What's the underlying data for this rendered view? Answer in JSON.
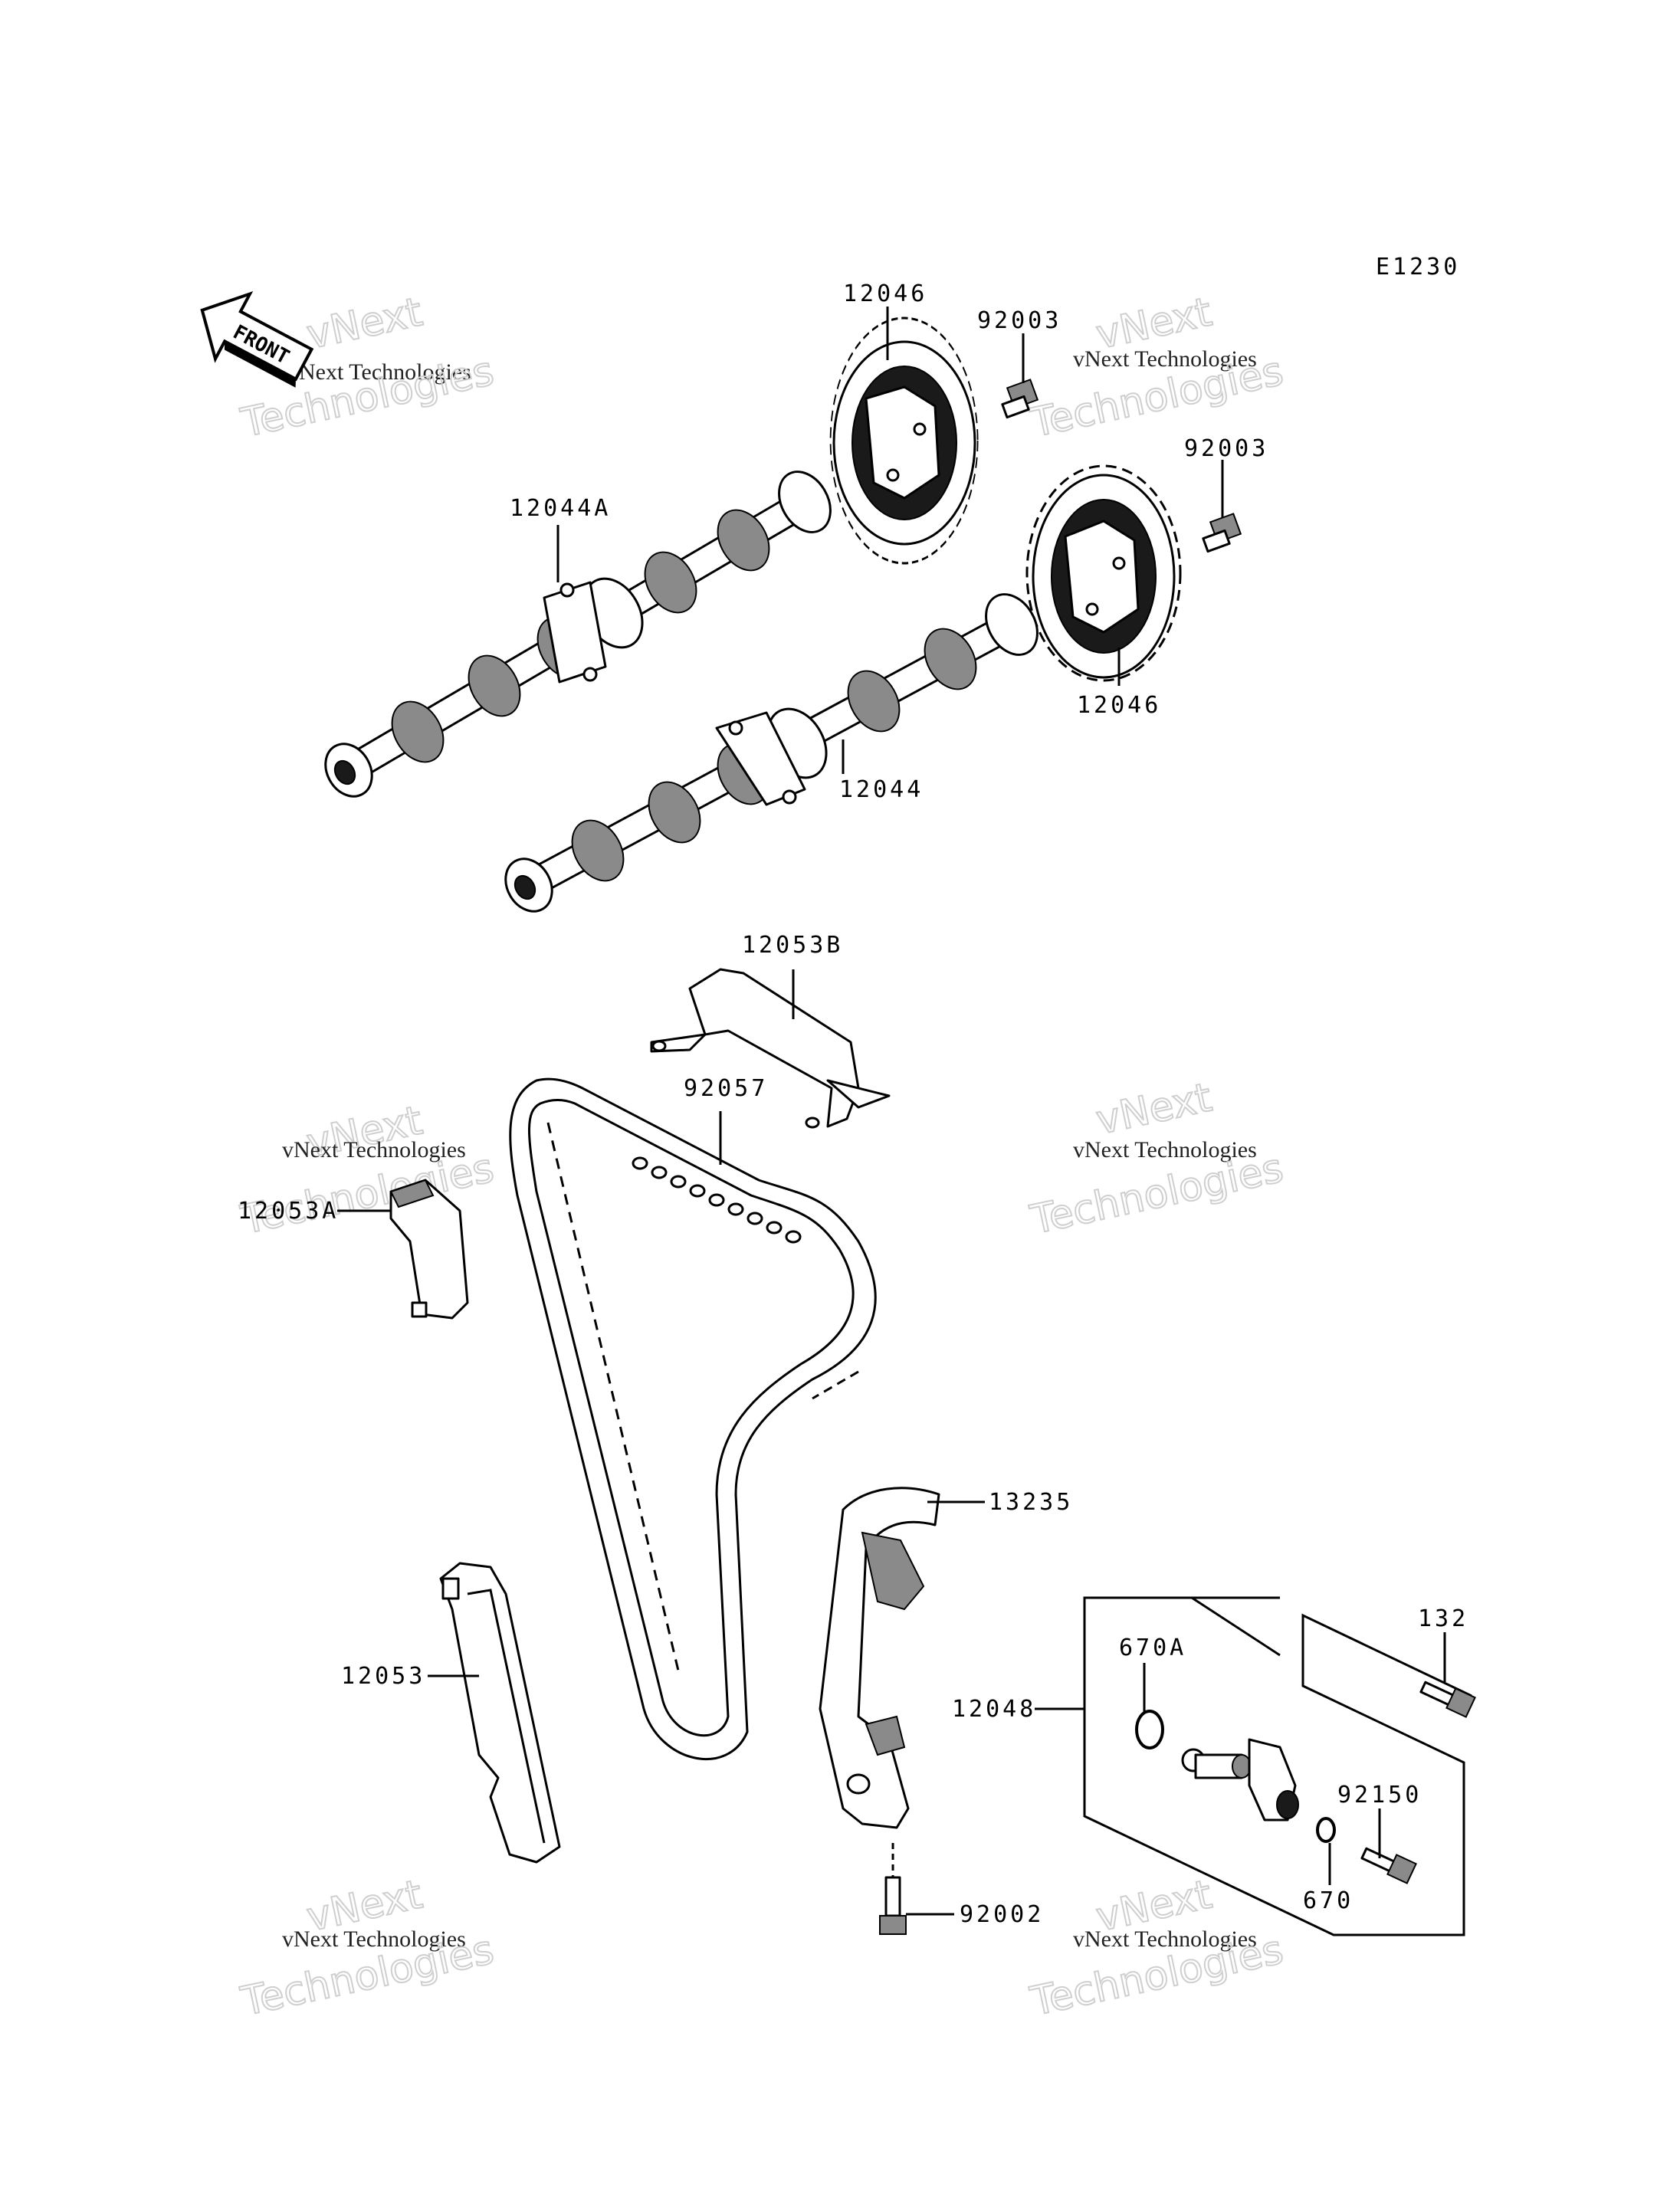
{
  "diagram_code": "E1230",
  "front_label": "FRONT",
  "watermark": {
    "line1": "vNext",
    "line2": "vNext Technologies",
    "line3": "Technologies"
  },
  "parts": {
    "sprocket_a": "12046",
    "sprocket_b": "12046",
    "bolt_a": "92003",
    "bolt_b": "92003",
    "camshaft_intake": "12044A",
    "camshaft_exhaust": "12044",
    "guide_top": "12053B",
    "chain": "92057",
    "guide_left_small": "12053A",
    "guide_tensioner": "13235",
    "guide_rear": "12053",
    "tensioner_assy": "12048",
    "oring_large": "670A",
    "bolt_132": "132",
    "bolt_92150": "92150",
    "oring_small": "670",
    "bolt_92002": "92002"
  }
}
